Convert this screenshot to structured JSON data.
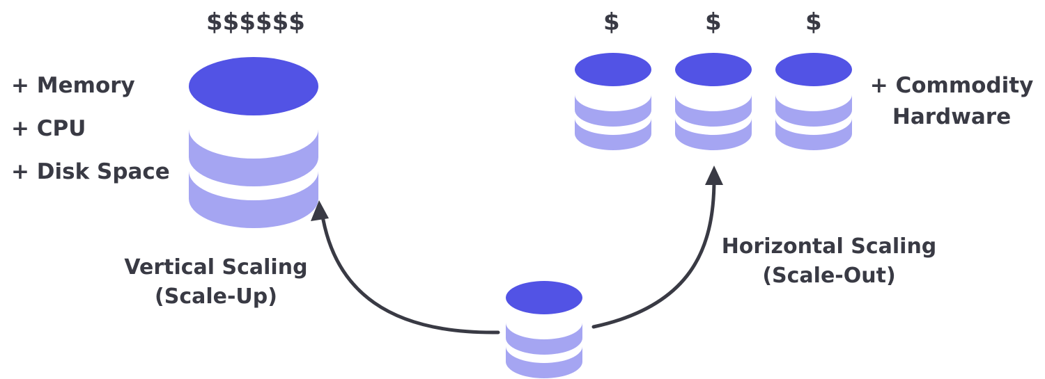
{
  "colors": {
    "top": "#5253e5",
    "body": "#a5a5f2",
    "text": "#393a44",
    "arrow": "#393a44"
  },
  "vertical": {
    "cost": "$$$$$$",
    "features": [
      "+ Memory",
      "+ CPU",
      "+ Disk Space"
    ],
    "label_line1": "Vertical Scaling",
    "label_line2": "(Scale-Up)"
  },
  "horizontal": {
    "costs": [
      "$",
      "$",
      "$"
    ],
    "feature_line1": "+ Commodity",
    "feature_line2": "Hardware",
    "label_line1": "Horizontal Scaling",
    "label_line2": "(Scale-Out)"
  },
  "icons": {
    "database": "database-icon",
    "arrow": "curved-arrow-icon"
  }
}
